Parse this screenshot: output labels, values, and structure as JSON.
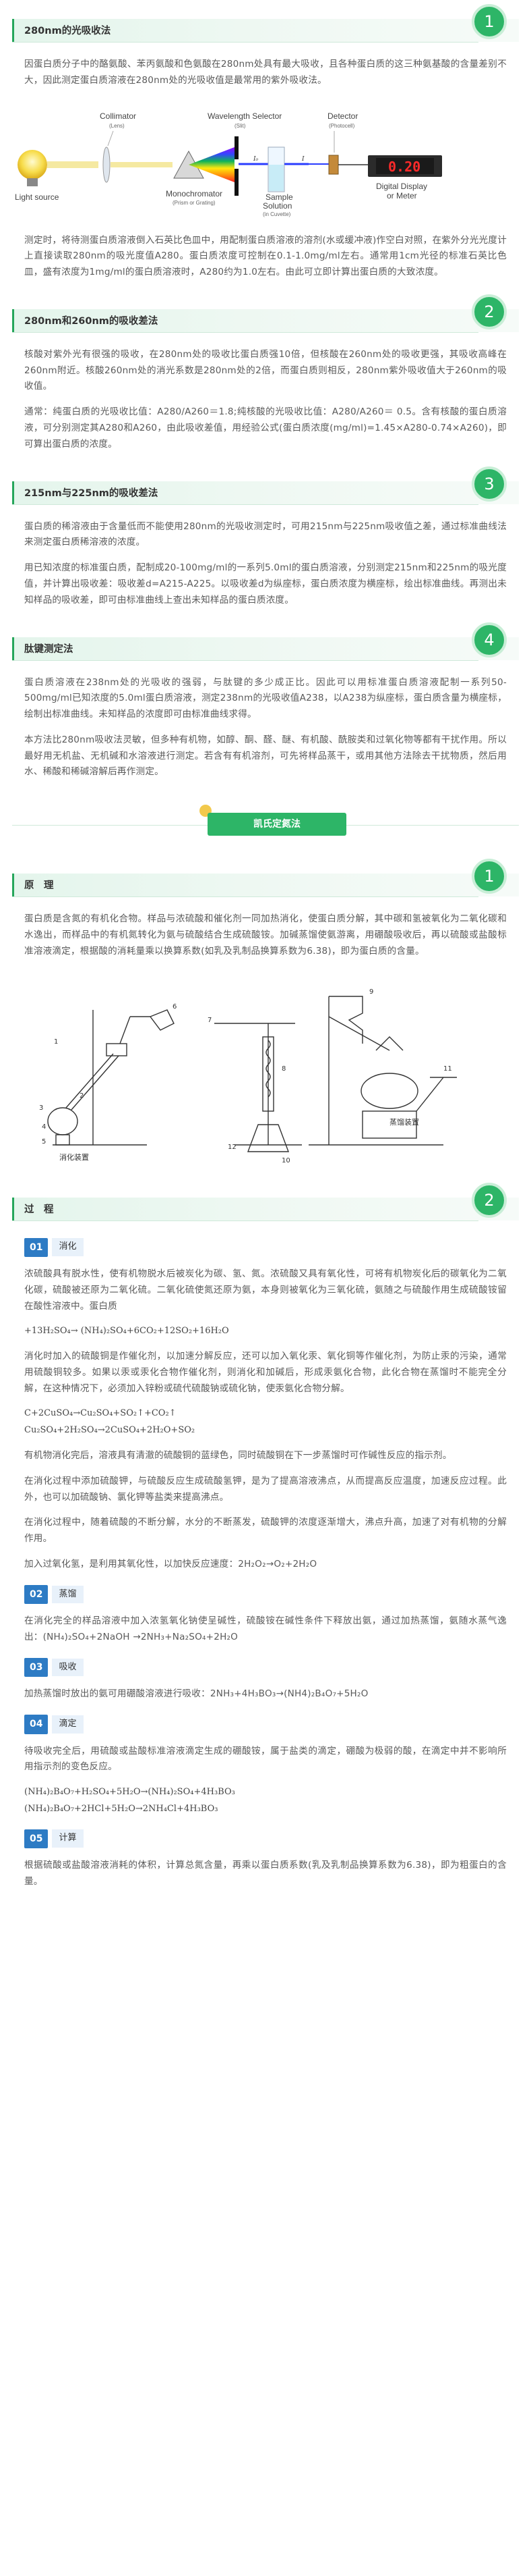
{
  "sections": {
    "s1": {
      "title": "280nm的光吸收法",
      "num": "1"
    },
    "s2": {
      "title": "280nm和260nm的吸收差法",
      "num": "2"
    },
    "s3": {
      "title": "215nm与225nm的吸收差法",
      "num": "3"
    },
    "s4": {
      "title": "肽键测定法",
      "num": "4"
    },
    "k1": {
      "title": "原　理",
      "num": "1"
    },
    "k2": {
      "title": "过　程",
      "num": "2"
    }
  },
  "p1": "因蛋白质分子中的酪氨酸、苯丙氨酸和色氨酸在280nm处具有最大吸收，且各种蛋白质的这三种氨基酸的含量差别不大，因此测定蛋白质溶液在280nm处的光吸收值是最常用的紫外吸收法。",
  "diagram1": {
    "collimator": "Collimator",
    "lens": "(Lens)",
    "selector": "Wavelength Selector",
    "selector_sub": "(Slit)",
    "detector": "Detector",
    "photocell": "(Photocell)",
    "light": "Light source",
    "mono": "Monochromator",
    "mono_sub": "(Prism or Grating)",
    "sample": "Sample",
    "solution": "Solution",
    "cuvette": "(in Cuvette)",
    "display": "Digital Display",
    "display2": "or Meter",
    "reading": "0.20",
    "i0": "I₀",
    "i": "I"
  },
  "p2": "测定时，将待测蛋白质溶液倒入石英比色皿中，用配制蛋白质溶液的溶剂(水或缓冲液)作空白对照，在紫外分光光度计上直接读取280nm的吸光度值A280。蛋白质浓度可控制在0.1-1.0mg/ml左右。通常用1cm光径的标准石英比色皿，盛有浓度为1mg/ml的蛋白质溶液时，A280约为1.0左右。由此可立即计算出蛋白质的大致浓度。",
  "p3": "核酸对紫外光有很强的吸收，在280nm处的吸收比蛋白质强10倍，但核酸在260nm处的吸收更强，其吸收高峰在260nm附近。核酸260nm处的消光系数是280nm处的2倍，而蛋白质则相反，280nm紫外吸收值大于260nm的吸收值。",
  "p4": "通常：纯蛋白质的光吸收比值：A280/A260＝1.8;纯核酸的光吸收比值：A280/A260＝ 0.5。含有核酸的蛋白质溶液，可分别测定其A280和A260，由此吸收差值，用经验公式(蛋白质浓度(mg/ml)=1.45×A280-0.74×A260)，即可算出蛋白质的浓度。",
  "p5": "蛋白质的稀溶液由于含量低而不能使用280nm的光吸收测定时，可用215nm与225nm吸收值之差，通过标准曲线法来测定蛋白质稀溶液的浓度。",
  "p6": "用已知浓度的标准蛋白质，配制成20-100mg/ml的一系列5.0ml的蛋白质溶液，分别测定215nm和225nm的吸光度值，并计算出吸收差：吸收差d=A215-A225。以吸收差d为纵座标，蛋白质浓度为横座标，绘出标准曲线。再测出未知样品的吸收差，即可由标准曲线上查出未知样品的蛋白质浓度。",
  "p7": "蛋白质溶液在238nm处的光吸收的强弱，与肽键的多少成正比。因此可以用标准蛋白质溶液配制一系列50-500mg/ml已知浓度的5.0ml蛋白质溶液，测定238nm的光吸收值A238，以A238为纵座标，蛋白质含量为横座标，绘制出标准曲线。未知样品的浓度即可由标准曲线求得。",
  "p8": "本方法比280nm吸收法灵敏，但多种有机物，如醇、酮、醛、醚、有机酸、酰胺类和过氧化物等都有干扰作用。所以最好用无机盐、无机碱和水溶液进行测定。若含有有机溶剂，可先将样品蒸干，或用其他方法除去干扰物质，然后用水、稀酸和稀碱溶解后再作测定。",
  "kjeldahl_banner": "凯氏定氮法",
  "p9": "蛋白质是含氮的有机化合物。样品与浓硫酸和催化剂一同加热消化，使蛋白质分解，其中碳和氢被氧化为二氧化碳和水逸出，而样品中的有机氮转化为氨与硫酸结合生成硫酸铵。加碱蒸馏使氨游离，用硼酸吸收后，再以硫酸或盐酸标准溶液滴定，根据酸的消耗量乘以换算系数(如乳及乳制品换算系数为6.38)，即为蛋白质的含量。",
  "apparatus": {
    "label_left": "消化装置",
    "label_right": "蒸馏装置",
    "nums": [
      "1",
      "2",
      "3",
      "4",
      "5",
      "6",
      "7",
      "8",
      "9",
      "10",
      "11",
      "12"
    ]
  },
  "steps": [
    {
      "num": "01",
      "label": "消化"
    },
    {
      "num": "02",
      "label": "蒸馏"
    },
    {
      "num": "03",
      "label": "吸收"
    },
    {
      "num": "04",
      "label": "滴定"
    },
    {
      "num": "05",
      "label": "计算"
    }
  ],
  "p10": "浓硫酸具有脱水性，使有机物脱水后被炭化为碳、氢、氮。浓硫酸又具有氧化性，可将有机物炭化后的碳氧化为二氧化碳，硫酸被还原为二氧化硫。二氧化硫使氮还原为氨，本身则被氧化为三氧化硫，氨随之与硫酸作用生成硫酸铵留在酸性溶液中。蛋白质",
  "f1": "+13H₂SO₄→ (NH₄)₂SO₄+6CO₂+12SO₂+16H₂O",
  "p11": "消化时加入的硫酸铜是作催化剂，以加速分解反应，还可以加入氧化汞、氧化铜等作催化剂，为防止汞的污染，通常用硫酸铜较多。如果以汞或汞化合物作催化剂，则消化和加碱后，形成汞氨化合物，此化合物在蒸馏时不能完全分解，在这种情况下，必须加入锌粉或硫代硫酸钠或硫化钠，使汞氨化合物分解。",
  "f2": "C+2CuSO₄→Cu₂SO₄+SO₂↑+CO₂↑",
  "f3": "Cu₂SO₄+2H₂SO₄→2CuSO₄+2H₂O+SO₂",
  "p12": "有机物消化完后，溶液具有清澈的硫酸铜的蓝绿色，同时硫酸铜在下一步蒸馏时可作碱性反应的指示剂。",
  "p13": "在消化过程中添加硫酸钾，与硫酸反应生成硫酸氢钾，是为了提高溶液沸点，从而提高反应温度，加速反应过程。此外，也可以加硫酸钠、氯化钾等盐类来提高沸点。",
  "p14": "在消化过程中，随着硫酸的不断分解，水分的不断蒸发，硫酸钾的浓度逐渐增大，沸点升高，加速了对有机物的分解作用。",
  "p15": "加入过氧化氢，是利用其氧化性，以加快反应速度：2H₂O₂→O₂+2H₂O",
  "p16": "在消化完全的样品溶液中加入浓氢氧化钠使呈碱性，硫酸铵在碱性条件下释放出氨，通过加热蒸馏，氨随水蒸气逸出：(NH₄)₂SO₄+2NaOH →2NH₃+Na₂SO₄+2H₂O",
  "p17": "加热蒸馏时放出的氨可用硼酸溶液进行吸收：2NH₃+4H₃BO₃→(NH4)₂B₄O₇+5H₂O",
  "p18": "待吸收完全后，用硫酸或盐酸标准溶液滴定生成的硼酸铵，属于盐类的滴定，硼酸为极弱的酸，在滴定中并不影响所用指示剂的变色反应。",
  "f4": "(NH₄)₂B₄O₇+H₂SO₄+5H₂O→(NH₄)₂SO₄+4H₃BO₃",
  "f5": "(NH₄)₂B₄O₇+2HCl+5H₂O→2NH₄Cl+4H₃BO₃",
  "p19": "根据硫酸或盐酸溶液消耗的体积，计算总氮含量，再乘以蛋白质系数(乳及乳制品换算系数为6.38)，即为粗蛋白的含量。"
}
